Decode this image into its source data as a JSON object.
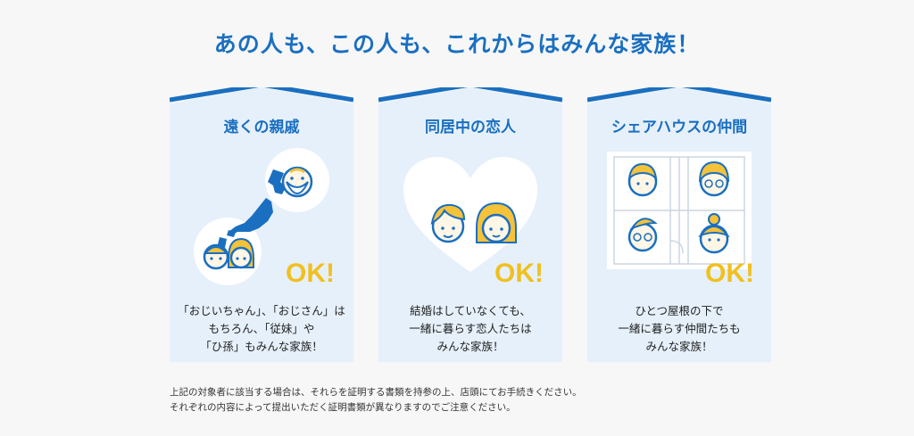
{
  "headline": "あの人も、この人も、これからはみんな家族！",
  "ok_label": "OK!",
  "cards": [
    {
      "title": "遠くの親戚",
      "lines": [
        "「おじいちゃん」、「おじさん」は",
        "もちろん、「従妹」や",
        "「ひ孫」もみんな家族！"
      ]
    },
    {
      "title": "同居中の恋人",
      "lines": [
        "結婚はしていなくても、",
        "一緒に暮らす恋人たちは",
        "みんな家族！"
      ]
    },
    {
      "title": "シェアハウスの仲間",
      "lines": [
        "ひとつ屋根の下で",
        "一緒に暮らす仲間たちも",
        "みんな家族！"
      ]
    }
  ],
  "notes": [
    "上記の対象者に該当する場合は、それらを証明する書類を持参の上、店頭にてお手続きください。",
    "それぞれの内容によって提出いただく証明書類が異なりますのでご注意ください。"
  ],
  "colors": {
    "accent": "#1a6fc0",
    "card_bg": "#e6f0fa",
    "ok": "#f0c020",
    "skin": "#fff6e6",
    "hair": "#f5c23a"
  }
}
